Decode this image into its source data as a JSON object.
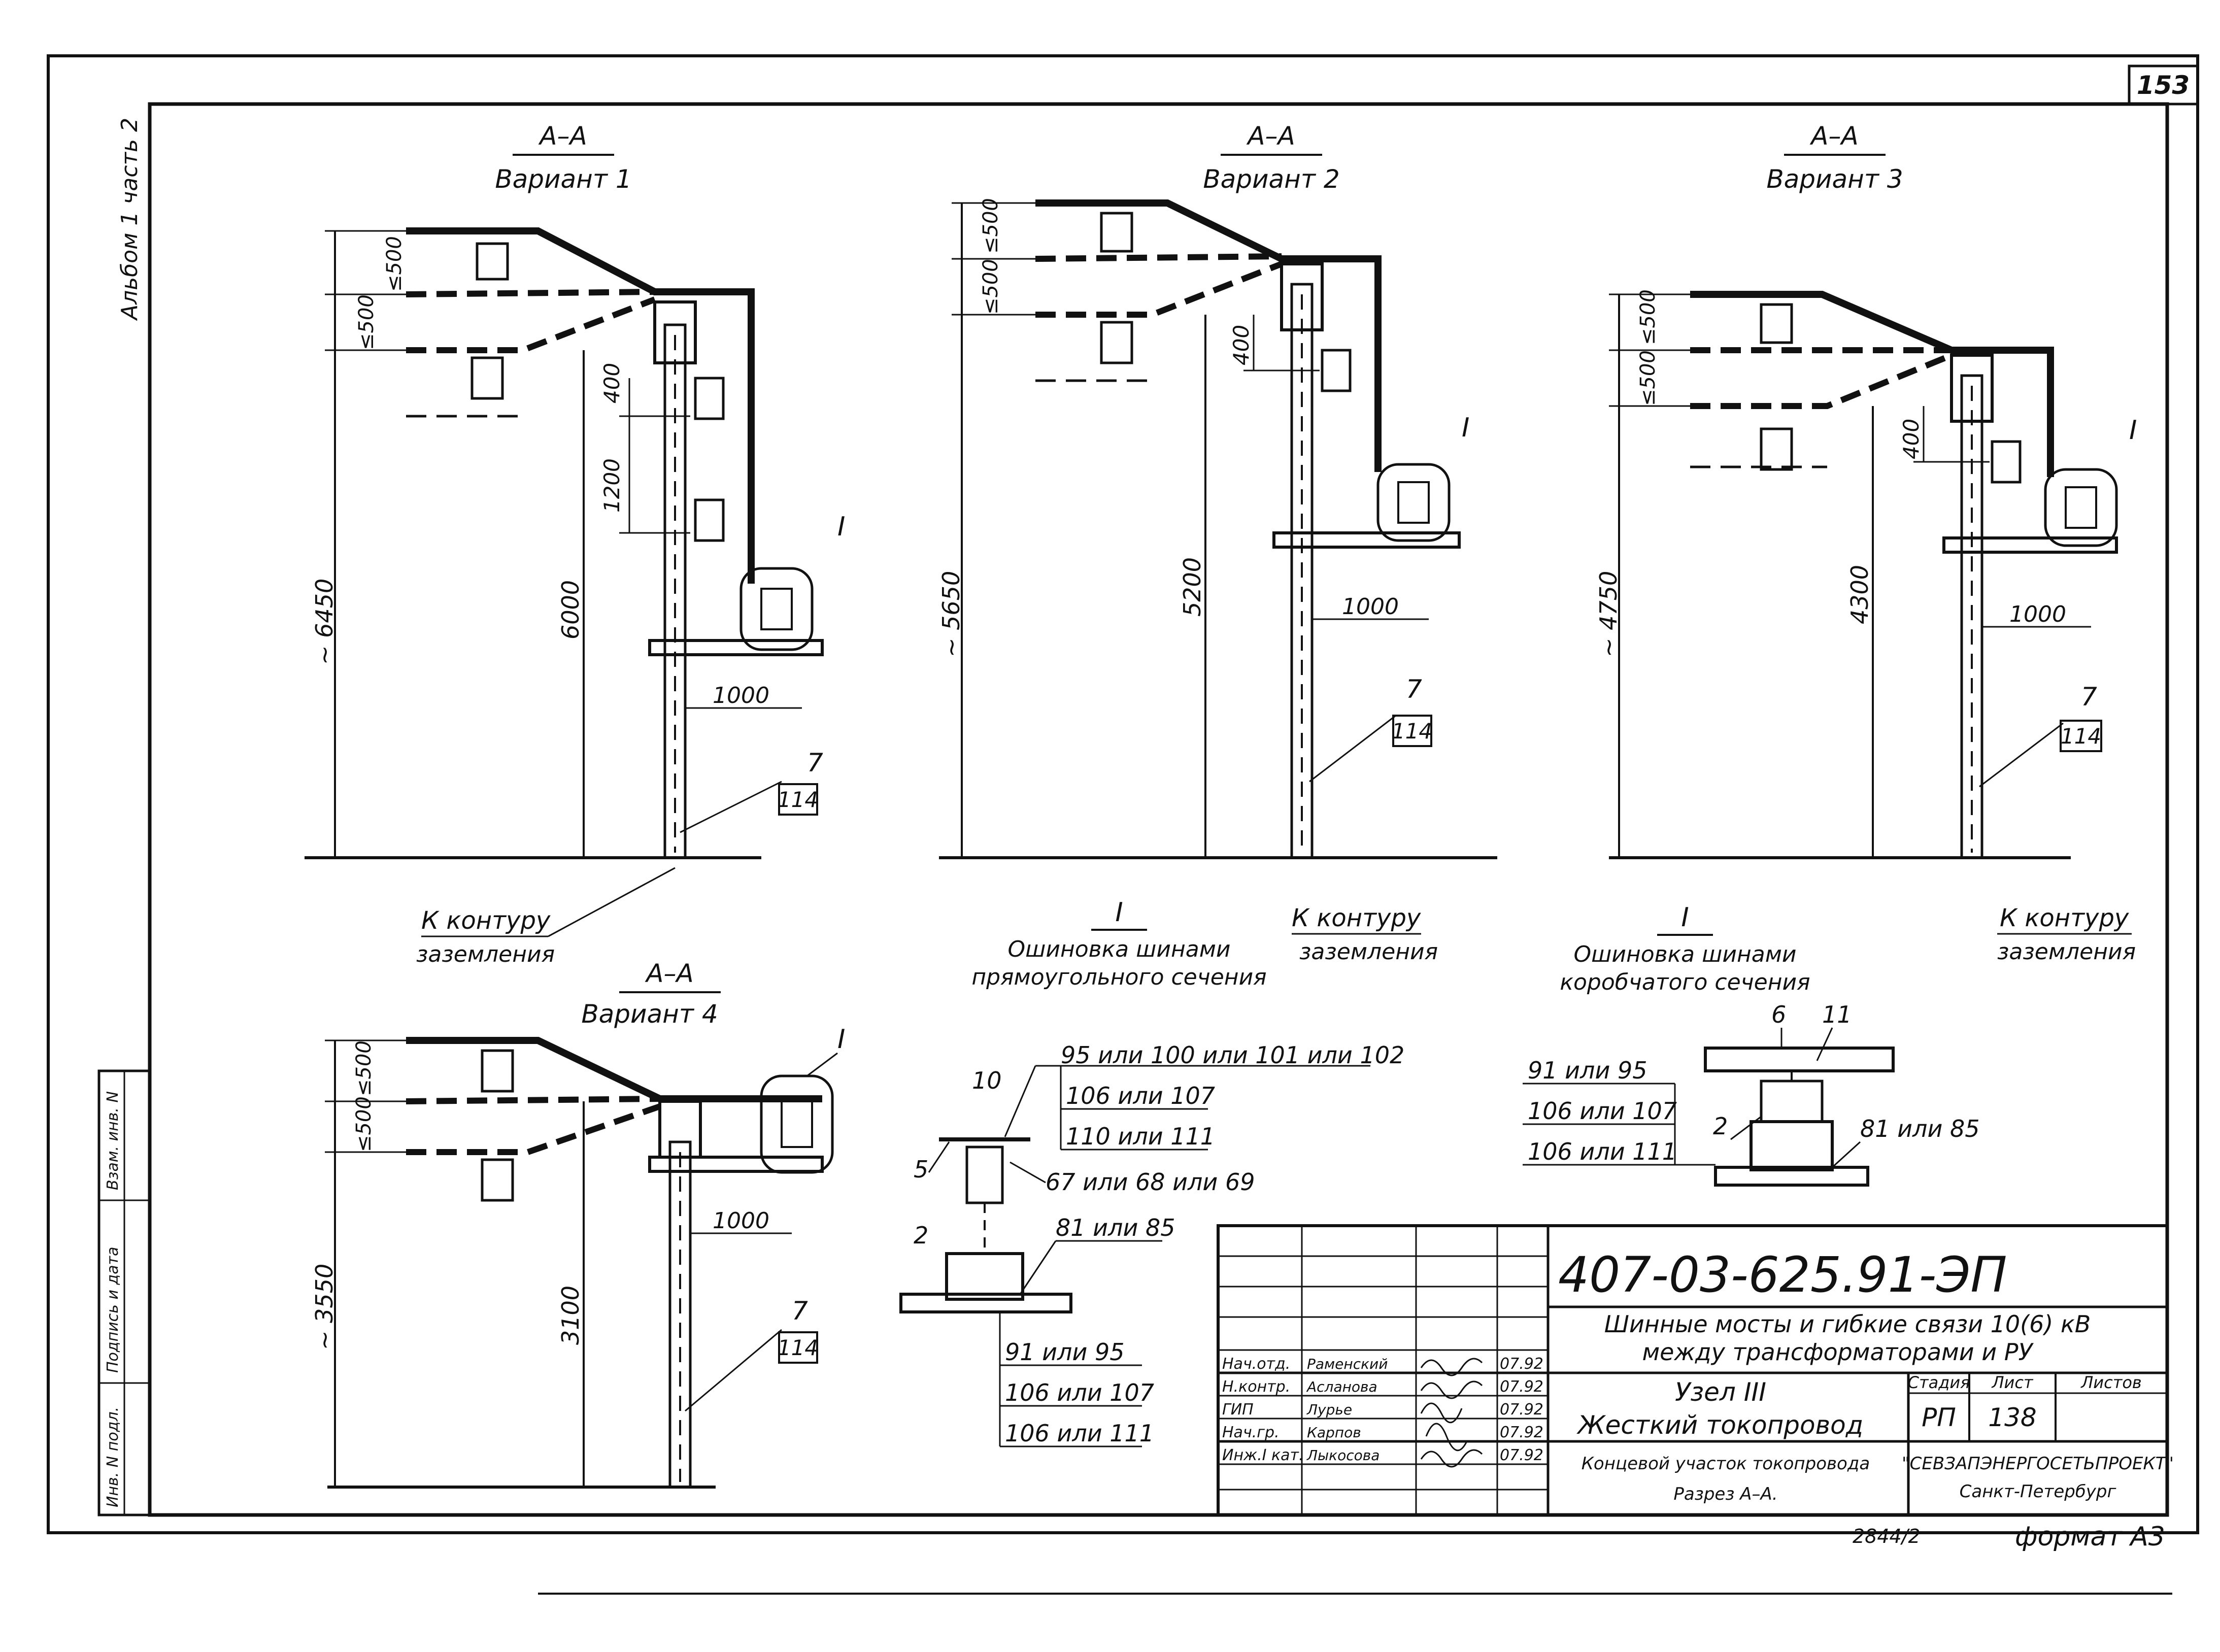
{
  "sheet": {
    "page_number": "153",
    "album_label": "Альбом 1 часть 2",
    "format": "формат А3",
    "copy_note": "2844/2"
  },
  "views": [
    {
      "section": "А–А",
      "variant": "Вариант 1",
      "height_total": "~ 6450",
      "height_mid": "6000",
      "dims": [
        "400",
        "1200"
      ],
      "gap_dims": [
        "≤500",
        "≤500"
      ],
      "offset": "1000",
      "callout": "I",
      "item": "7",
      "sheet_ref": "114",
      "ground_note": [
        "К контуру",
        "заземления"
      ]
    },
    {
      "section": "А–А",
      "variant": "Вариант 2",
      "height_total": "~ 5650",
      "height_mid": "5200",
      "dims": [
        "400"
      ],
      "gap_dims": [
        "≤500",
        "≤500"
      ],
      "offset": "1000",
      "callout": "I",
      "item": "7",
      "sheet_ref": "114",
      "ground_note": [
        "К контуру",
        "заземления"
      ]
    },
    {
      "section": "А–А",
      "variant": "Вариант 3",
      "height_total": "~ 4750",
      "height_mid": "4300",
      "dims": [
        "400"
      ],
      "gap_dims": [
        "≤500",
        "≤500"
      ],
      "offset": "1000",
      "callout": "I",
      "item": "7",
      "sheet_ref": "114",
      "ground_note": [
        "К контуру",
        "заземления"
      ]
    },
    {
      "section": "А–А",
      "variant": "Вариант 4",
      "height_total": "~ 3550",
      "height_mid": "3100",
      "dims": [],
      "gap_dims": [
        "≤500",
        "≤500"
      ],
      "offset": "1000",
      "callout": "I",
      "item": "7",
      "sheet_ref": "114",
      "ground_note": []
    }
  ],
  "details": [
    {
      "title": "I",
      "caption": [
        "Ошиновка шинами",
        "прямоугольного сечения"
      ],
      "labels": {
        "top_ref": "95 или 100 или 101 или 102",
        "top_list": [
          "106 или 107",
          "110 или 111"
        ],
        "item_10": "10",
        "item_5": "5",
        "item_2": "2",
        "ref_67": "67 или 68 или 69",
        "ref_81": "81 или 85",
        "bottom_list": [
          "91 или 95",
          "106 или 107",
          "106 или 111"
        ]
      }
    },
    {
      "title": "I",
      "caption": [
        "Ошиновка шинами",
        "коробчатого сечения"
      ],
      "labels": {
        "item_6": "6",
        "item_11": "11",
        "item_2": "2",
        "ref_81": "81 или 85",
        "ref_list": [
          "91 или 95",
          "106 или 107",
          "106 или 111"
        ]
      }
    }
  ],
  "title_block": {
    "doc_code": "407-03-625.91-ЭП",
    "project_title": [
      "Шинные мосты и гибкие связи 10(6) кВ",
      "между трансформаторами и РУ"
    ],
    "node": "Узел III",
    "node_name": "Жесткий токопровод",
    "sheet_title": [
      "Концевой участок токопровода",
      "Разрез А–А."
    ],
    "org": [
      "\"СЕВЗАПЭНЕРГОСЕТЬПРОЕКТ\"",
      "Санкт-Петербург"
    ],
    "col_headers": [
      "Стадия",
      "Лист",
      "Листов"
    ],
    "stage": "РП",
    "sheet_no": "138",
    "sheets_total": "",
    "signatures": [
      {
        "role": "Нач.отд.",
        "name": "Раменский",
        "date": "07.92"
      },
      {
        "role": "Н.контр.",
        "name": "Асланова",
        "date": "07.92"
      },
      {
        "role": "ГИП",
        "name": "Лурье",
        "date": "07.92"
      },
      {
        "role": "Нач.гр.",
        "name": "Карпов",
        "date": "07.92"
      },
      {
        "role": "Инж.I кат.",
        "name": "Лыкосова",
        "date": "07.92"
      }
    ]
  },
  "side_stamp": [
    "Инв. N подл.",
    "Подпись и дата",
    "Взам. инв. N"
  ]
}
